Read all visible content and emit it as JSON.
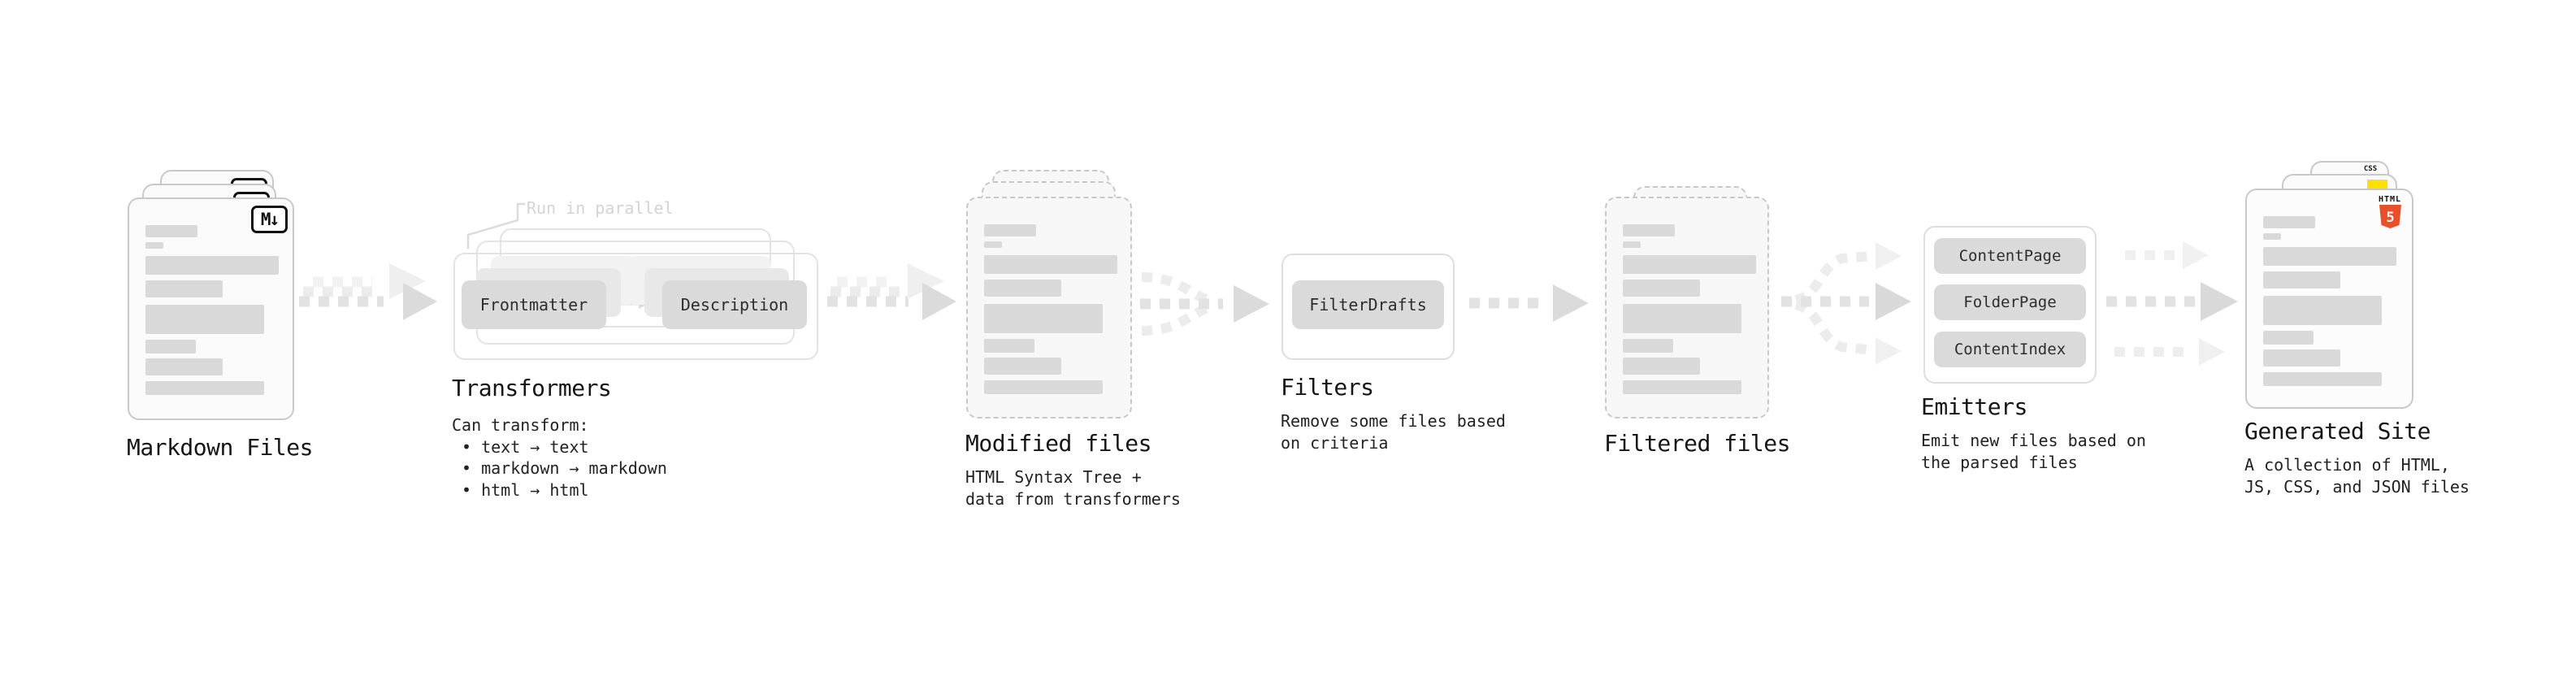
{
  "diagram": {
    "markdown": {
      "title": "Markdown Files",
      "badge": "M↓"
    },
    "transformers": {
      "title": "Transformers",
      "note": "Run in parallel",
      "box_left": "Frontmatter",
      "box_right": "Description",
      "desc_heading": "Can transform:",
      "bullets": [
        "• text → text",
        "• markdown → markdown",
        "• html → html"
      ]
    },
    "modified": {
      "title": "Modified files",
      "desc1": "HTML Syntax Tree +",
      "desc2": "data from transformers"
    },
    "filters": {
      "title": "Filters",
      "box": "FilterDrafts",
      "desc1": "Remove some files based",
      "desc2": "on criteria"
    },
    "filtered": {
      "title": "Filtered files"
    },
    "emitters": {
      "title": "Emitters",
      "box1": "ContentPage",
      "box2": "FolderPage",
      "box3": "ContentIndex",
      "desc1": "Emit new files based on",
      "desc2": "the parsed files"
    },
    "generated": {
      "title": "Generated Site",
      "desc1": "A collection of HTML,",
      "desc2": "JS, CSS, and JSON files",
      "css_badge": "CSS",
      "html_badge": "HTML",
      "html_number": "5"
    },
    "colors": {
      "html5_orange": "#e8502b",
      "js_yellow": "#ffe000",
      "css_blue": "#2b6bef",
      "arrow_dark": "#e2e2e2",
      "arrow_light": "#ececec",
      "bar_gray": "#d9d9d9"
    }
  }
}
